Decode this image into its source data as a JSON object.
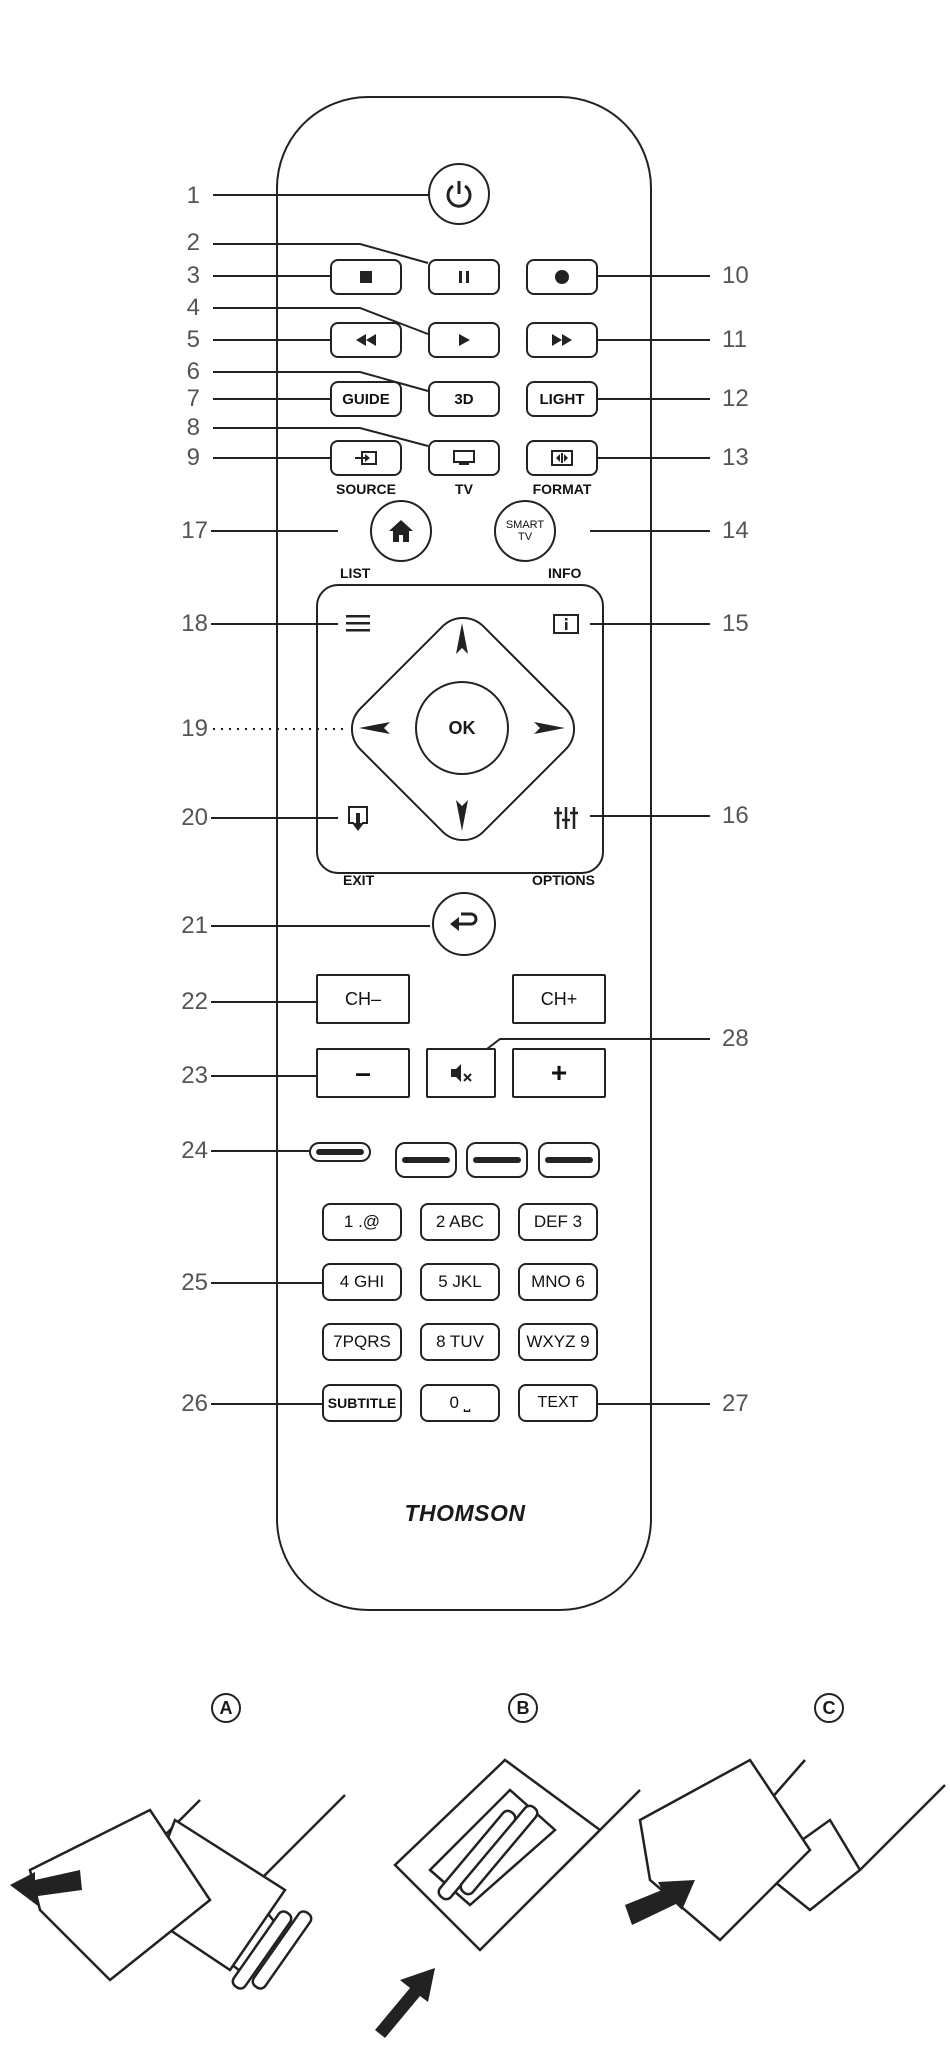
{
  "labels_left": {
    "n1": "1",
    "n2": "2",
    "n3": "3",
    "n4": "4",
    "n5": "5",
    "n6": "6",
    "n7": "7",
    "n8": "8",
    "n9": "9",
    "n17": "17",
    "n18": "18",
    "n19": "19",
    "n20": "20",
    "n21": "21",
    "n22": "22",
    "n23": "23",
    "n24": "24",
    "n25": "25",
    "n26": "26"
  },
  "labels_right": {
    "n10": "10",
    "n11": "11",
    "n12": "12",
    "n13": "13",
    "n14": "14",
    "n15": "15",
    "n16": "16",
    "n27": "27",
    "n28": "28"
  },
  "buttons": {
    "guide": "GUIDE",
    "three_d": "3D",
    "light": "LIGHT",
    "source": "SOURCE",
    "tv": "TV",
    "format": "FORMAT",
    "list": "LIST",
    "info": "INFO",
    "smart_tv": "SMART TV",
    "ok": "OK",
    "exit": "EXIT",
    "options": "OPTIONS",
    "ch_minus": "CH–",
    "ch_plus": "CH+",
    "vol_minus": "–",
    "vol_plus": "+",
    "k1": "1 .@",
    "k2": "2 ABC",
    "k3": "DEF 3",
    "k4": "4 GHI",
    "k5": "5 JKL",
    "k6": "MNO 6",
    "k7": "7PQRS",
    "k8": "8 TUV",
    "k9": "WXYZ 9",
    "subtitle": "SUBTITLE",
    "k0": "0 ⎵",
    "text": "TEXT"
  },
  "brand": "THOMSON",
  "steps": {
    "a": "A",
    "b": "B",
    "c": "C"
  },
  "icons": [
    "power-icon",
    "pause-icon",
    "stop-icon",
    "record-icon",
    "play-icon",
    "rewind-icon",
    "fast-forward-icon",
    "source-icon",
    "tv-icon",
    "format-icon",
    "home-icon",
    "menu-icon",
    "info-icon",
    "exit-icon",
    "options-icon",
    "back-icon",
    "mute-icon",
    "arrow-up-icon",
    "arrow-down-icon",
    "arrow-left-icon",
    "arrow-right-icon"
  ]
}
